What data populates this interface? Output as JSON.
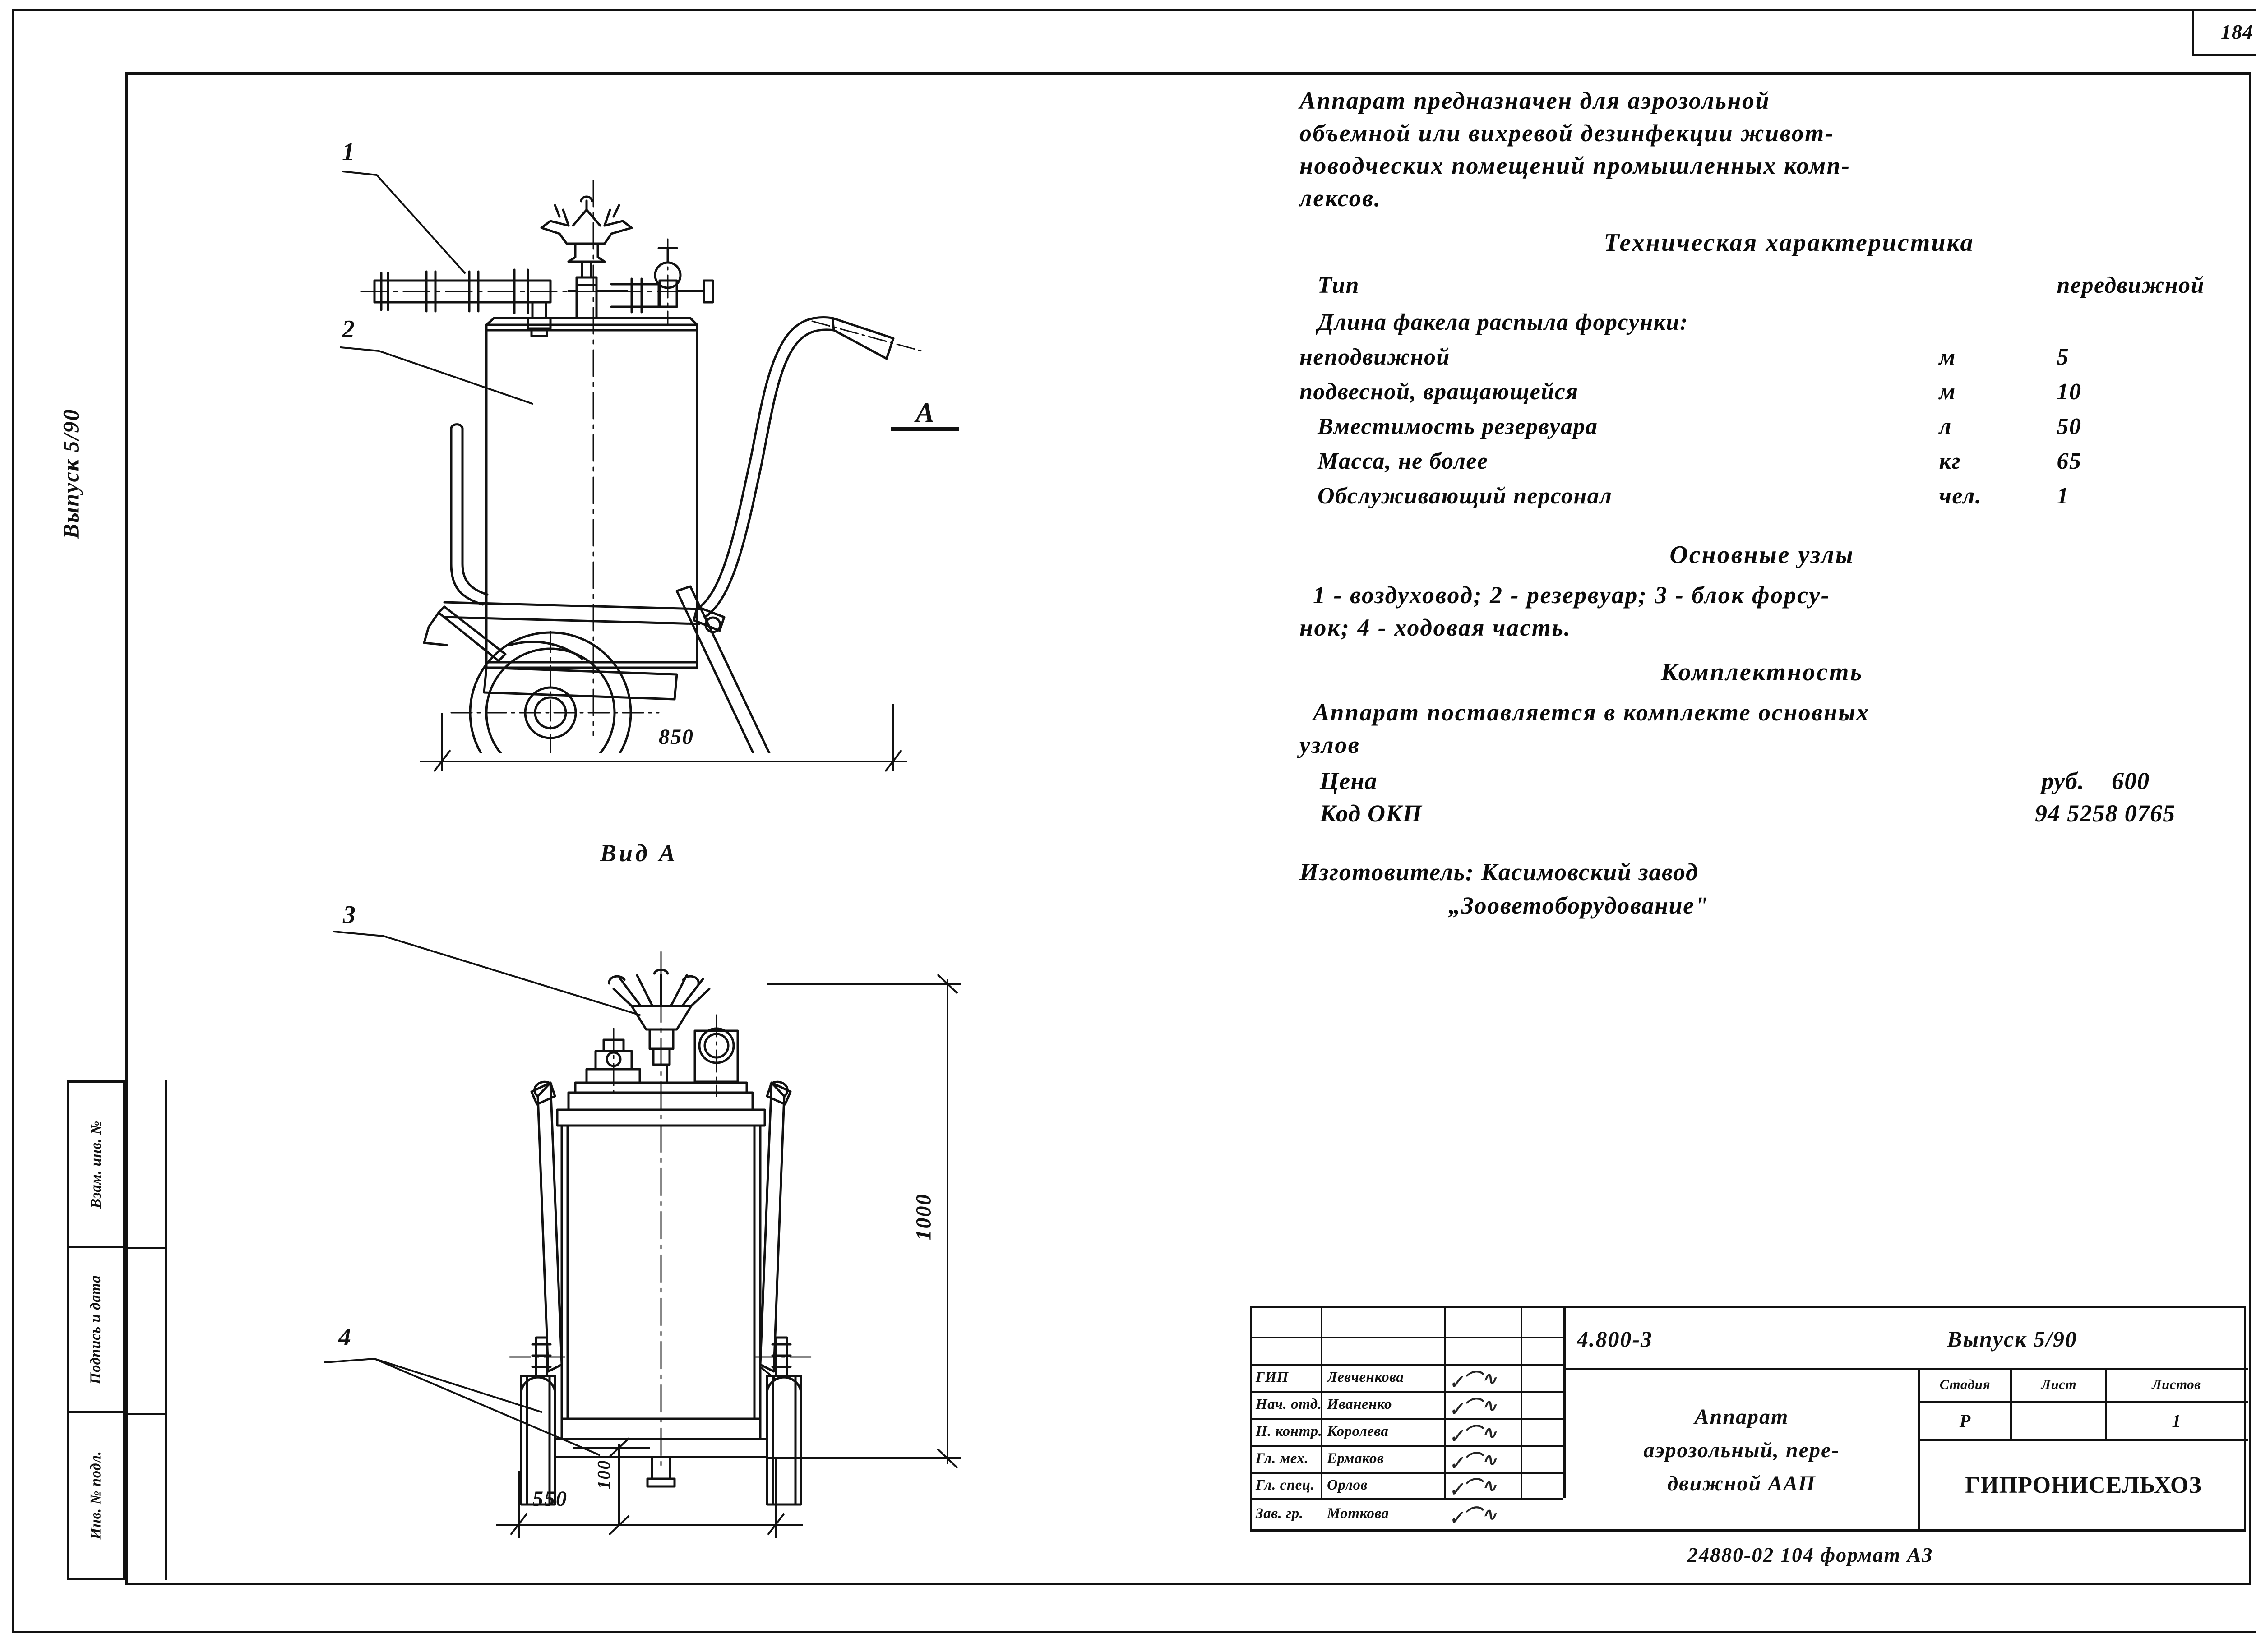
{
  "page": {
    "number": "184",
    "format_note": "24880-02   104   формат А3"
  },
  "left_margin": {
    "issue_vertical": "Выпуск 5/90",
    "stamp_columns": [
      "Взам. инв. №",
      "Подпись и дата",
      "Инв. № подл."
    ]
  },
  "description": {
    "lines": [
      "Аппарат предназначен для аэрозольной",
      "объемной или вихревой дезинфекции живот-",
      "новодческих помещений промышленных комп-",
      "лексов."
    ]
  },
  "tech_spec": {
    "heading": "Техническая характеристика",
    "rows": [
      {
        "name": "Тип",
        "unit": "",
        "value": "передвижной",
        "indent": false,
        "group": false
      },
      {
        "name": "Длина факела распыла форсунки:",
        "unit": "",
        "value": "",
        "indent": true,
        "group": true
      },
      {
        "name": "неподвижной",
        "unit": "м",
        "value": "5",
        "indent": false,
        "group": false
      },
      {
        "name": "подвесной, вращающейся",
        "unit": "м",
        "value": "10",
        "indent": false,
        "group": false
      },
      {
        "name": "Вместимость резервуара",
        "unit": "л",
        "value": "50",
        "indent": true,
        "group": false
      },
      {
        "name": "Масса, не более",
        "unit": "кг",
        "value": "65",
        "indent": true,
        "group": false
      },
      {
        "name": "Обслуживающий персонал",
        "unit": "чел.",
        "value": "1",
        "indent": true,
        "group": false
      }
    ]
  },
  "main_units": {
    "heading": "Основные узлы",
    "lines": [
      "1 - воздуховод;  2 - резервуар;  3 - блок форсу-",
      "нок;  4 - ходовая часть."
    ]
  },
  "completeness": {
    "heading": "Комплектность",
    "lines": [
      "Аппарат поставляется  в комплекте основных",
      "узлов"
    ],
    "price_label": "Цена",
    "price_unit": "руб.",
    "price_value": "600",
    "okp_label": "Код ОКП",
    "okp_value": "94 5258 0765"
  },
  "manufacturer": {
    "line1": "Изготовитель: Касимовский завод",
    "line2": "„Зооветоборудование\""
  },
  "drawings": {
    "side_view": {
      "callouts": [
        "1",
        "2"
      ],
      "dimension": "850",
      "view_marker": "А"
    },
    "front_view": {
      "title": "Вид А",
      "callouts": [
        "3",
        "4"
      ],
      "dimensions": {
        "width": "550",
        "height": "1000",
        "small": "100"
      }
    }
  },
  "title_block": {
    "roles": [
      {
        "role": "ГИП",
        "name": "Левченкова"
      },
      {
        "role": "Нач. отд.",
        "name": "Иваненко"
      },
      {
        "role": "Н. контр.",
        "name": "Королева"
      },
      {
        "role": "Гл. мех.",
        "name": "Ермаков"
      },
      {
        "role": "Гл. спец.",
        "name": "Орлов"
      },
      {
        "role": "Зав. гр.",
        "name": "Моткова"
      }
    ],
    "code": "4.800-3",
    "issue": "Выпуск 5/90",
    "object_title": "Аппарат аэрозольный, пере- движной ААП",
    "object_title_lines": [
      "Аппарат",
      "аэрозольный, пере-",
      "движной ААП"
    ],
    "stage_header": "Стадия",
    "sheet_header": "Лист",
    "sheets_header": "Листов",
    "stage_value": "Р",
    "sheet_value": "",
    "sheets_value": "1",
    "organization": "ГИПРОНИСЕЛЬХОЗ"
  },
  "colors": {
    "ink": "#111111",
    "paper": "#ffffff"
  }
}
